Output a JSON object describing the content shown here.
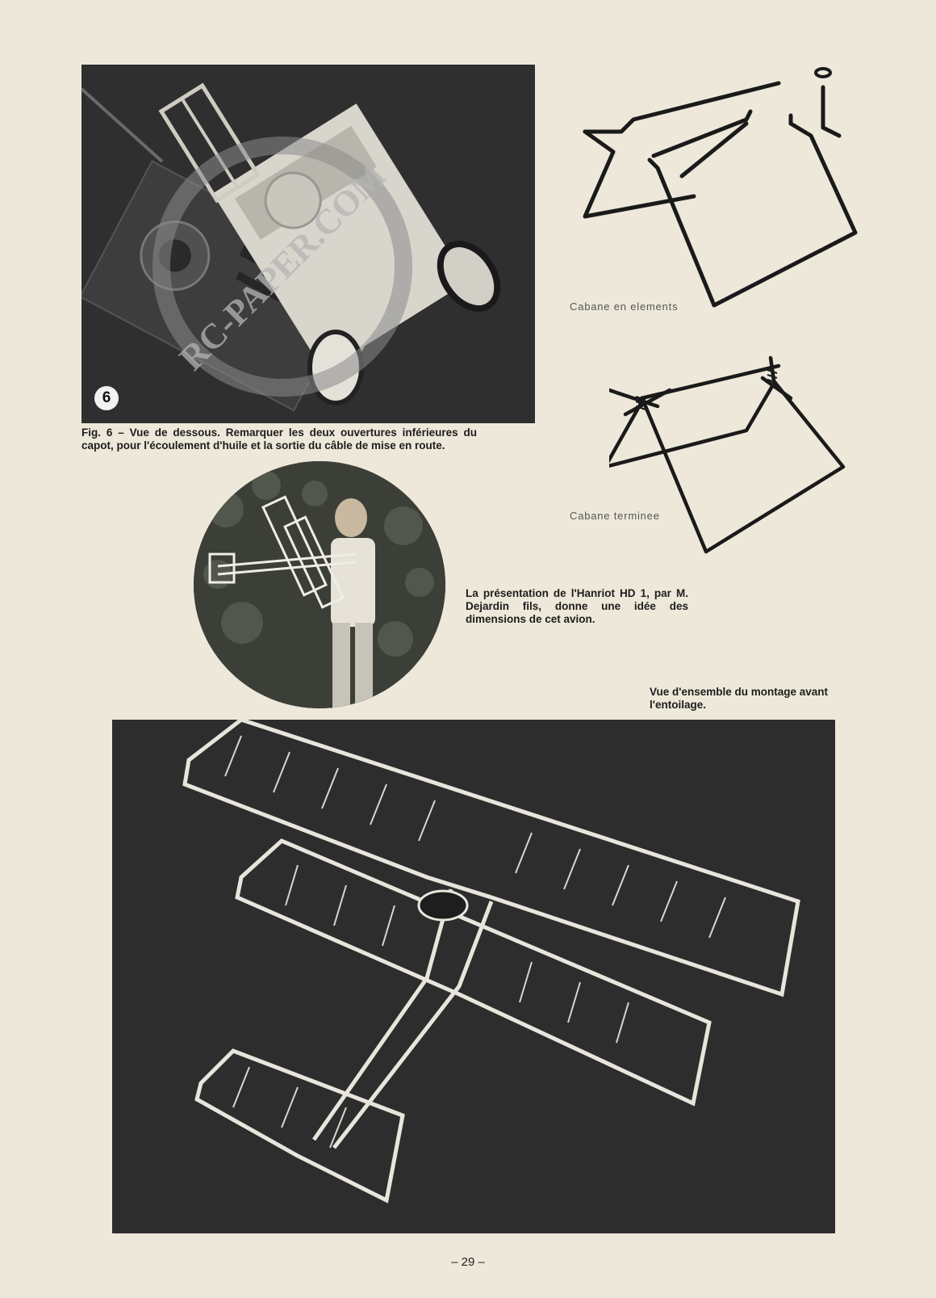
{
  "figure_badge": "6",
  "captions": {
    "fig6": "Fig. 6 – Vue de dessous. Remarquer les deux ouvertures inférieures du capot, pour l'écoulement d'huile et la sortie du câble de mise en route.",
    "hanriot": "La présentation de l'Hanriot HD 1, par M. Dejardin fils, donne une idée des dimensions de cet avion.",
    "ensemble": "Vue d'ensemble du montage avant l'entoilage."
  },
  "sketch_labels": {
    "elements": "Cabane en elements",
    "terminee": "Cabane terminee"
  },
  "watermark": "RC-PAPER.COM",
  "page_number": "– 29 –"
}
